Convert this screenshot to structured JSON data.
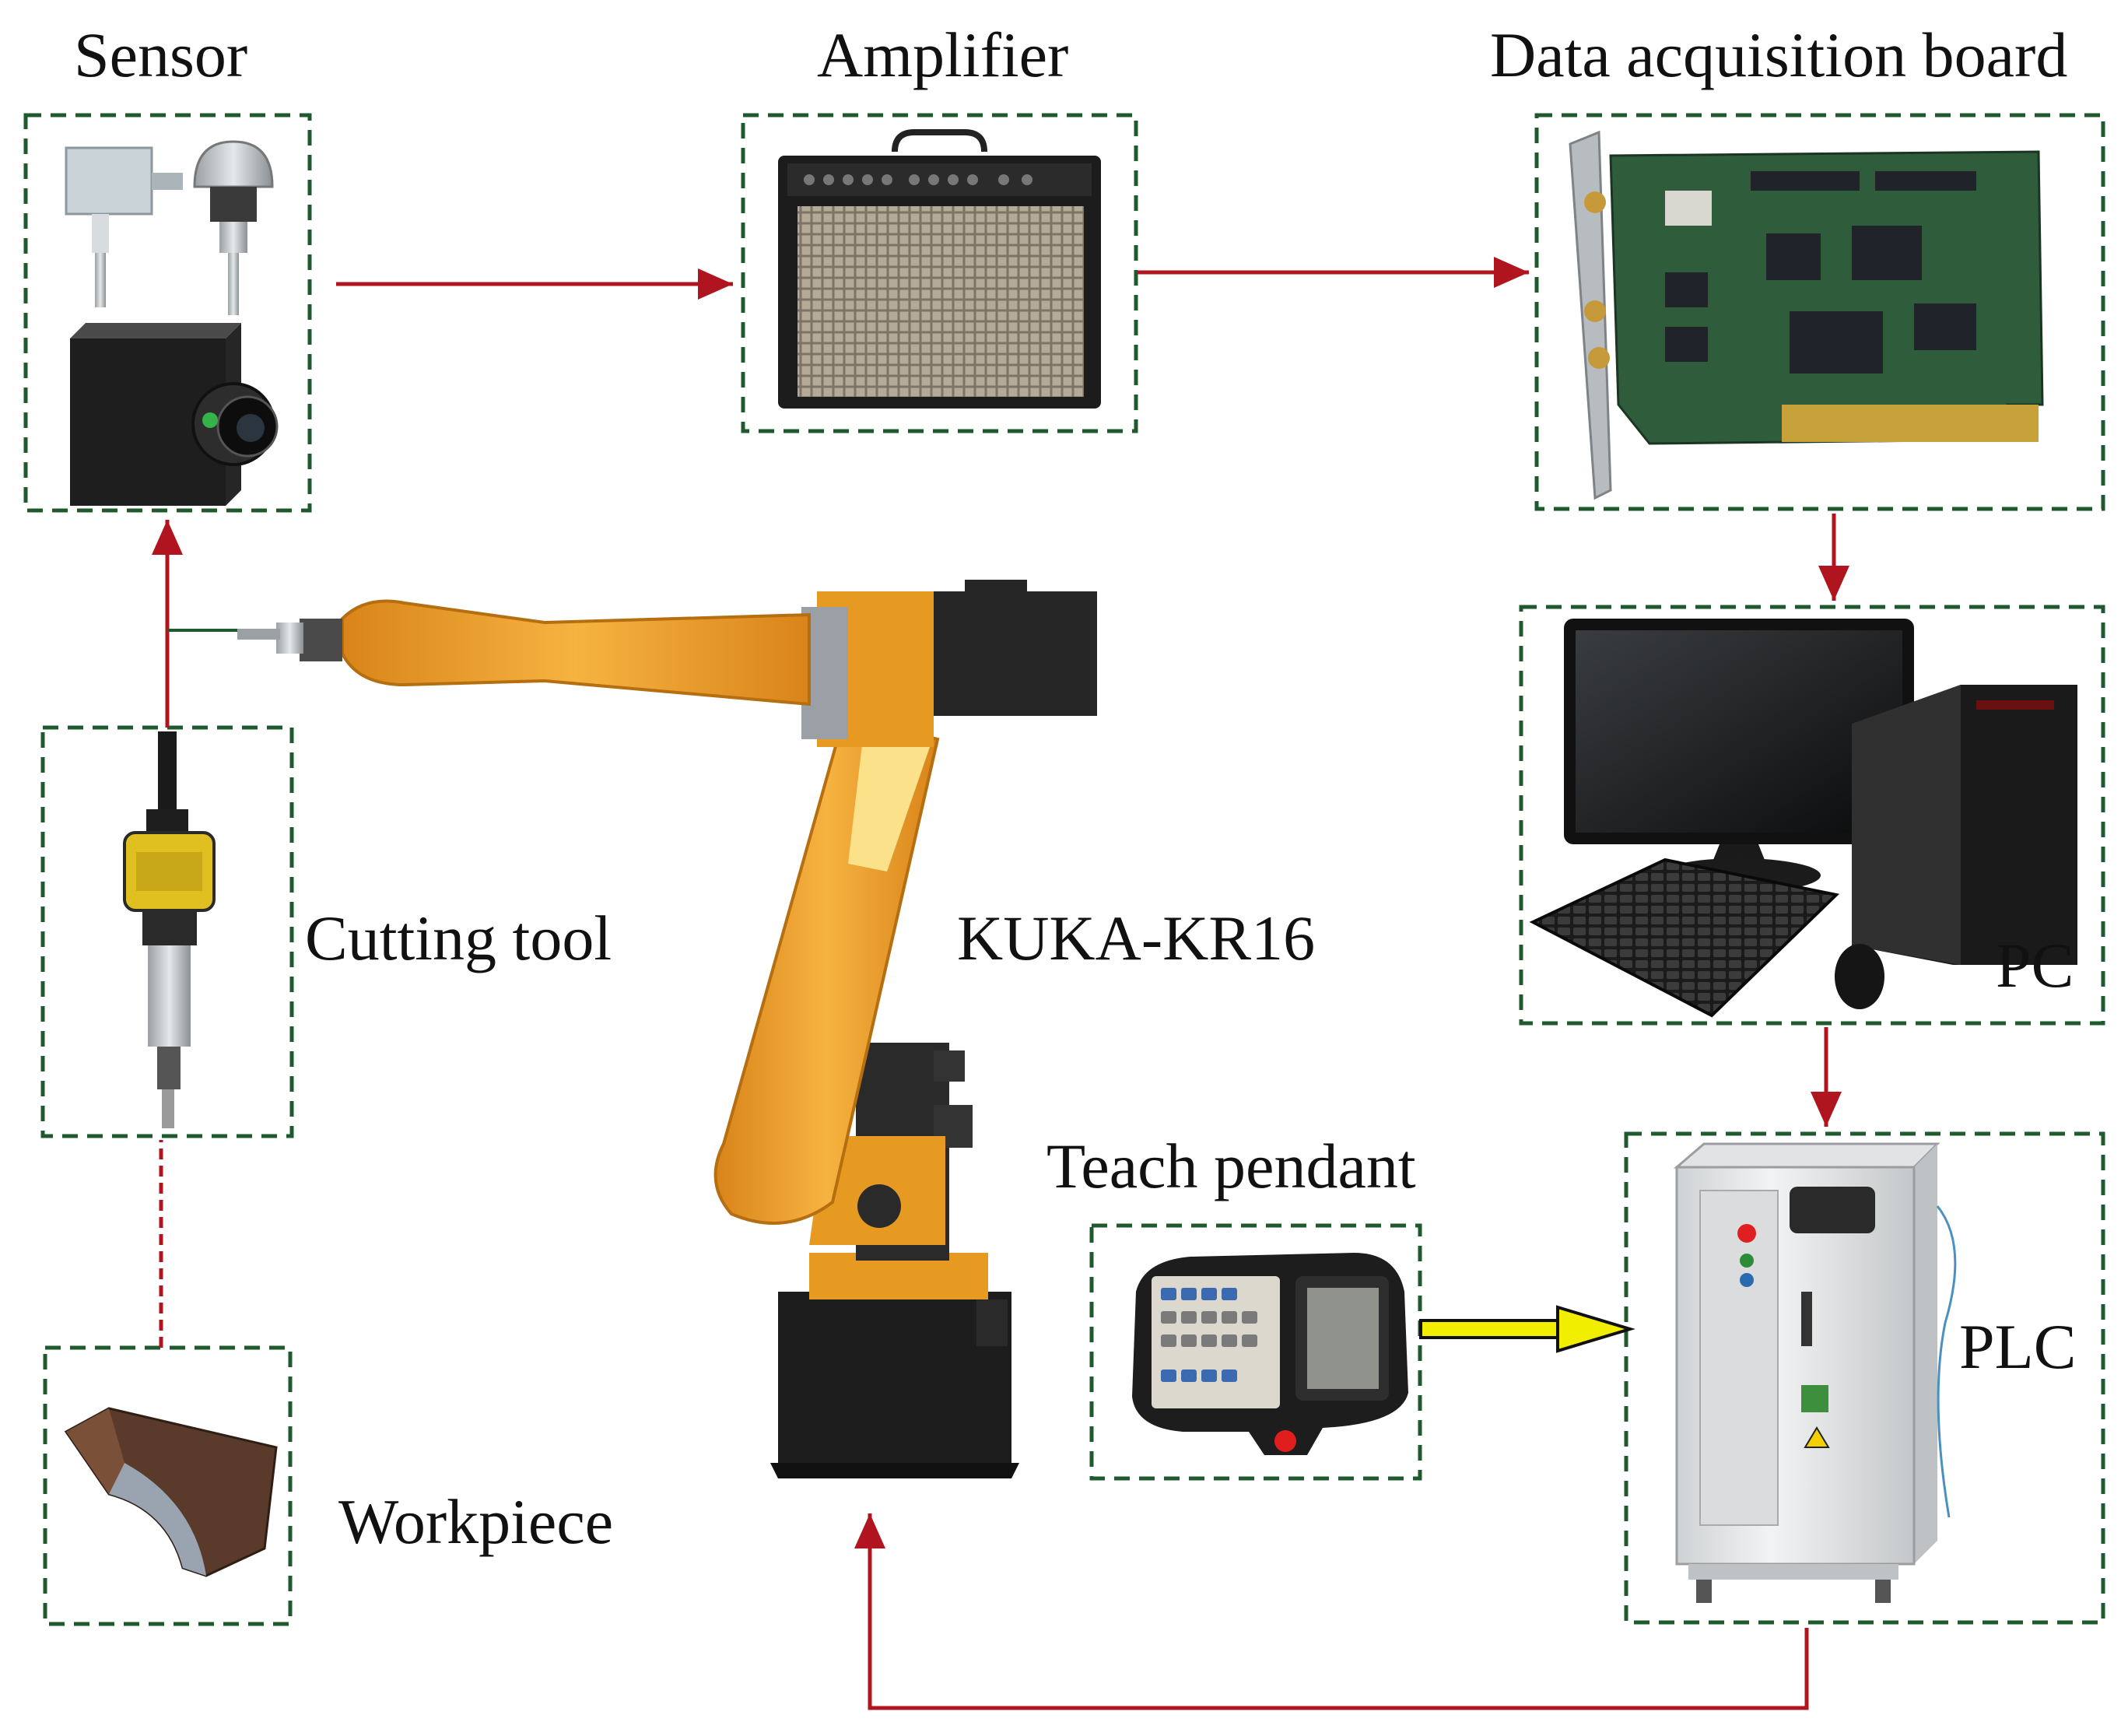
{
  "labels": {
    "sensor": "Sensor",
    "amplifier": "Amplifier",
    "daq": "Data acquisition board",
    "pc": "PC",
    "plc": "PLC",
    "cutting_tool": "Cutting tool",
    "robot": "KUKA-KR16",
    "teach_pendant": "Teach pendant",
    "workpiece": "Workpiece"
  },
  "colors": {
    "box_border": "#1f5a2e",
    "arrow": "#b0141e",
    "yellow_arrow": "#f2ee00",
    "robot_orange": "#f0a32a",
    "robot_dark": "#2a2a2a"
  },
  "icons": [
    "sensor-icon",
    "camera-icon",
    "amplifier-icon",
    "circuit-board-icon",
    "computer-icon",
    "plc-cabinet-icon",
    "teach-pendant-icon",
    "cutting-tool-icon",
    "workpiece-icon",
    "robot-arm-icon"
  ]
}
